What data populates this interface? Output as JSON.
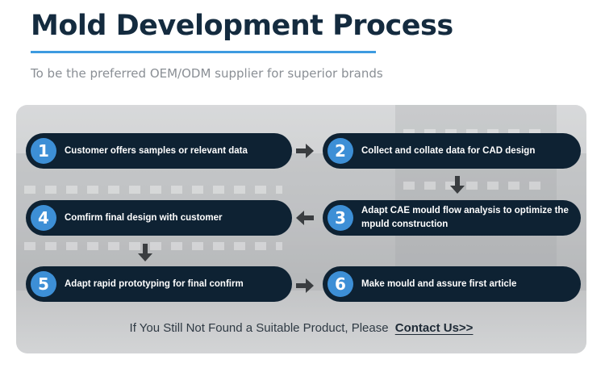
{
  "header": {
    "title": "Mold Development Process",
    "subtitle": "To be the preferred OEM/ODM supplier for superior brands",
    "accent_color": "#3d9be0"
  },
  "steps": [
    {
      "number": "1",
      "label": "Customer offers samples or relevant data"
    },
    {
      "number": "2",
      "label": "Collect and collate data for CAD design"
    },
    {
      "number": "3",
      "label": "Adapt CAE mould flow analysis to optimize the mpuld construction"
    },
    {
      "number": "4",
      "label": "Comfirm final design with customer"
    },
    {
      "number": "5",
      "label": "Adapt rapid prototyping for final confirm"
    },
    {
      "number": "6",
      "label": "Make mould and assure first article"
    }
  ],
  "cta": {
    "text": "If You Still Not Found a Suitable Product, Please",
    "link": "Contact Us>>"
  },
  "colors": {
    "pill_bg": "#0e2233",
    "number_circle": "#3d8fd6",
    "title": "#142b3f"
  },
  "icons": [
    "arrow-right-icon",
    "arrow-down-icon",
    "arrow-left-icon"
  ]
}
